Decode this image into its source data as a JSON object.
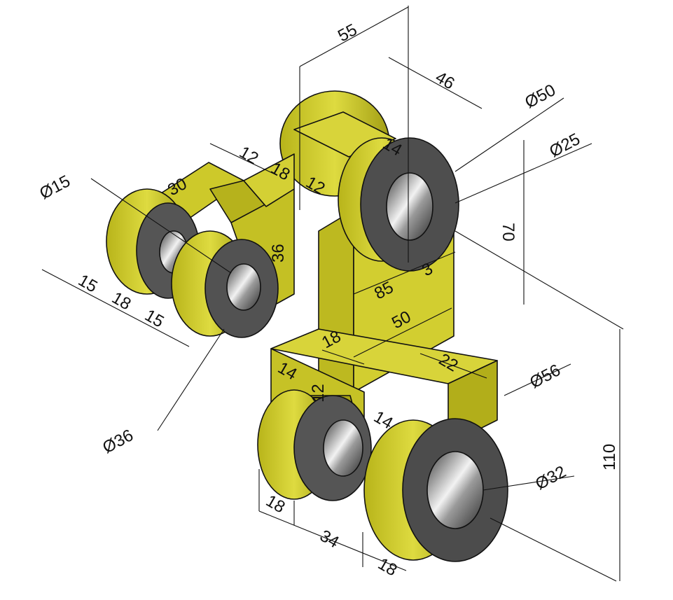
{
  "colors": {
    "body": "#c9c51f",
    "body_light": "#dcd83a",
    "body_dark": "#a9a518",
    "bore_dark": "#4a4a4a",
    "bore_light": "#e8e8e8",
    "outline": "#111111"
  },
  "dimensions": {
    "d55": "55",
    "d46": "46",
    "phi50": "Ø50",
    "phi25": "Ø25",
    "phi15": "Ø15",
    "d12a": "12",
    "d18a": "18",
    "d12b": "12",
    "d14a": "14",
    "d30": "30",
    "d36": "36",
    "d70": "70",
    "d3": "3",
    "d85": "85",
    "d50": "50",
    "d18b": "18",
    "d15a": "15",
    "d18c": "18",
    "d15b": "15",
    "d14b": "14",
    "d12c": "12",
    "d22": "22",
    "phi56": "Ø56",
    "d14c": "14",
    "phi32": "Ø32",
    "d110": "110",
    "phi36": "Ø36",
    "d18d": "18",
    "d34": "34",
    "d18e": "18"
  }
}
